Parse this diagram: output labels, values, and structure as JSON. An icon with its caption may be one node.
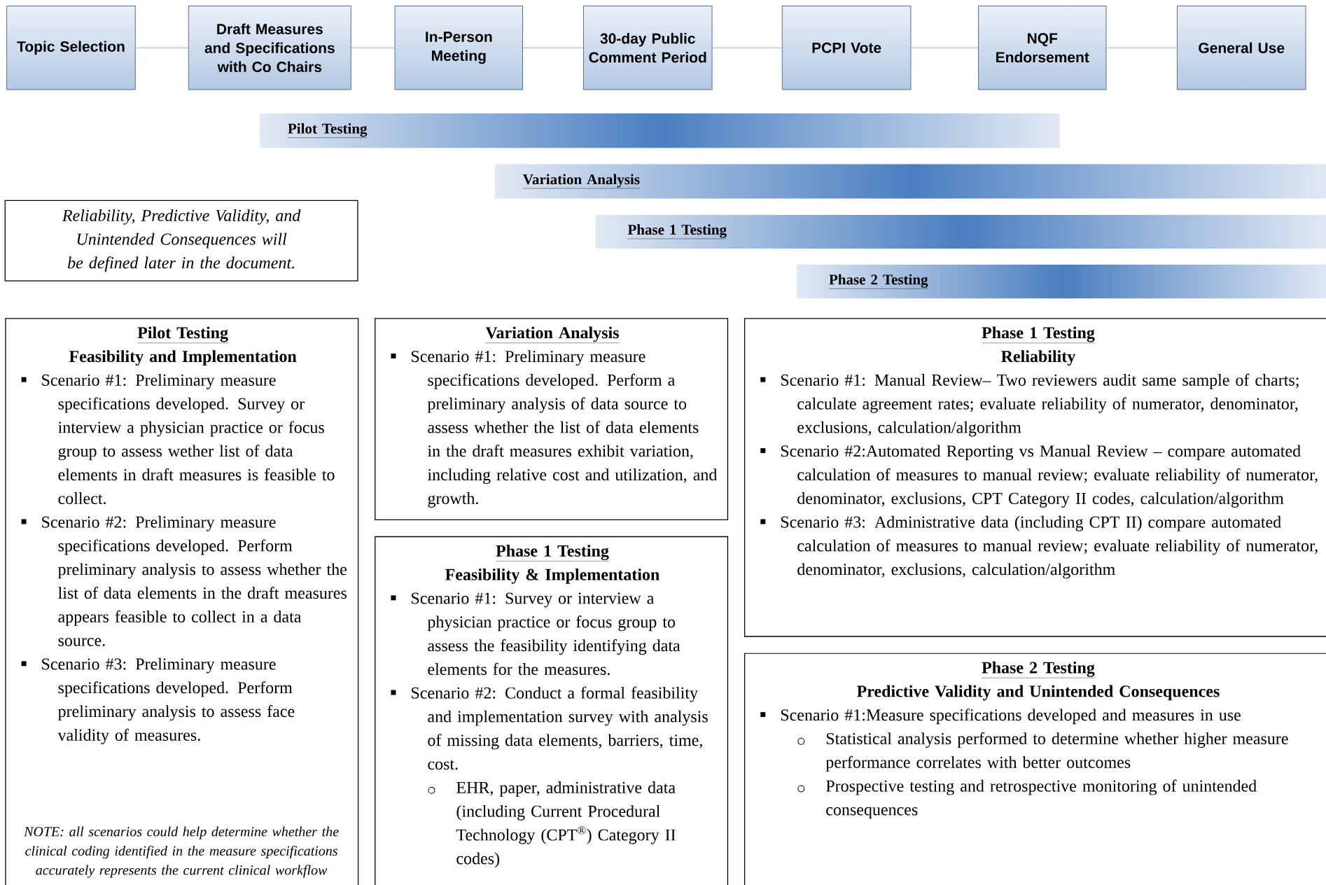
{
  "diagram": {
    "nodes": [
      {
        "text": [
          "Topic Selection"
        ]
      },
      {
        "text": [
          "Draft Measures and Specifications with Co Chairs"
        ]
      },
      {
        "text": [
          "In-Person Meeting"
        ]
      },
      {
        "text": [
          "30-day Public Comment Period"
        ]
      },
      {
        "text": [
          "PCPI Vote"
        ]
      },
      {
        "text": [
          "NQF Endorsement"
        ]
      },
      {
        "text": [
          "General Use"
        ]
      },
      {
        "text": [
          "Pilot Testing"
        ]
      },
      {
        "text": [
          "Variation Analysis"
        ]
      },
      {
        "text": [
          "Phase 1 Testing"
        ]
      },
      {
        "text": [
          "Phase 2 Testing"
        ]
      },
      {
        "text": [
          "Reliability, Predictive Validity, and Unintended Consequences will be defined later in the document."
        ]
      },
      {
        "text": [
          "Pilot Testing",
          "Feasibility and Implementation",
          "Scenario #1: Preliminary measure specifications developed.  Survey or interview a physician practice or focus group to assess wether list of data elements in draft measures is feasible to collect.",
          "Scenario #2: Preliminary measure specifications developed.  Perform preliminary analysis to assess whether the list of data elements in the draft measures appears feasible to collect in a data source.",
          "Scenario #3: Preliminary measure specifications developed.  Perform preliminary analysis to assess face validity of measures.",
          "NOTE: all scenarios could help determine whether the clinical coding identified in the measure specifications accurately represents the current clinical workflow"
        ]
      },
      {
        "text": [
          "Variation Analysis",
          "Scenario #1: Preliminary measure specifications developed.  Perform a preliminary analysis of data source to assess whether the list of data elements in the draft measures exhibit variation, including relative cost and utilization, and growth."
        ]
      },
      {
        "text": [
          "Phase 1 Testing",
          "Feasibility & Implementation",
          "Scenario #1: Survey or interview a physician practice or focus group to assess the feasibility identifying data elements for the measures.",
          "Scenario #2: Conduct a formal feasibility and implementation survey with analysis of missing data elements, barriers, time, cost.",
          "EHR, paper, administrative data (including Current Procedural Technology (CPT$^{®}$) Category II codes)"
        ]
      },
      {
        "text": [
          "Phase 1 Testing",
          "Reliability",
          "Scenario #1: Manual Review– Two reviewers audit same sample of charts; calculate agreement rates; evaluate reliability of numerator, denominator, exclusions, calculation/algorithm",
          "Scenario #2:Automated Reporting vs Manual Review – compare automated calculation of measures to manual review; evaluate reliability of numerator, denominator, exclusions,  CPT Category II codes, calculation/algorithm",
          "Scenario #3: Administrative data (including CPT II) compare automated calculation of measures to manual review; evaluate reliability of numerator, denominator, exclusions, calculation/algorithm"
        ]
      },
      {
        "text": [
          "Phase 2 Testing",
          "Predictive Validity and Unintended Consequences",
          "Scenario #1:Measure specifications developed and measures in use",
          "Statistical analysis performed to determine whether higher measure performance correlates with better outcomes",
          "Prospective testing and retrospective monitoring of unintended consequences"
        ]
      }
    ],
    "edges": [
      {
        "from": 0,
        "to": 1,
        "arrow": "none"
      },
      {
        "from": 1,
        "to": 2,
        "arrow": "none"
      },
      {
        "from": 2,
        "to": 3,
        "arrow": "none"
      },
      {
        "from": 3,
        "to": 4,
        "arrow": "none"
      },
      {
        "from": 4,
        "to": 5,
        "arrow": "none"
      },
      {
        "from": 5,
        "to": 6,
        "arrow": "none"
      }
    ]
  }
}
